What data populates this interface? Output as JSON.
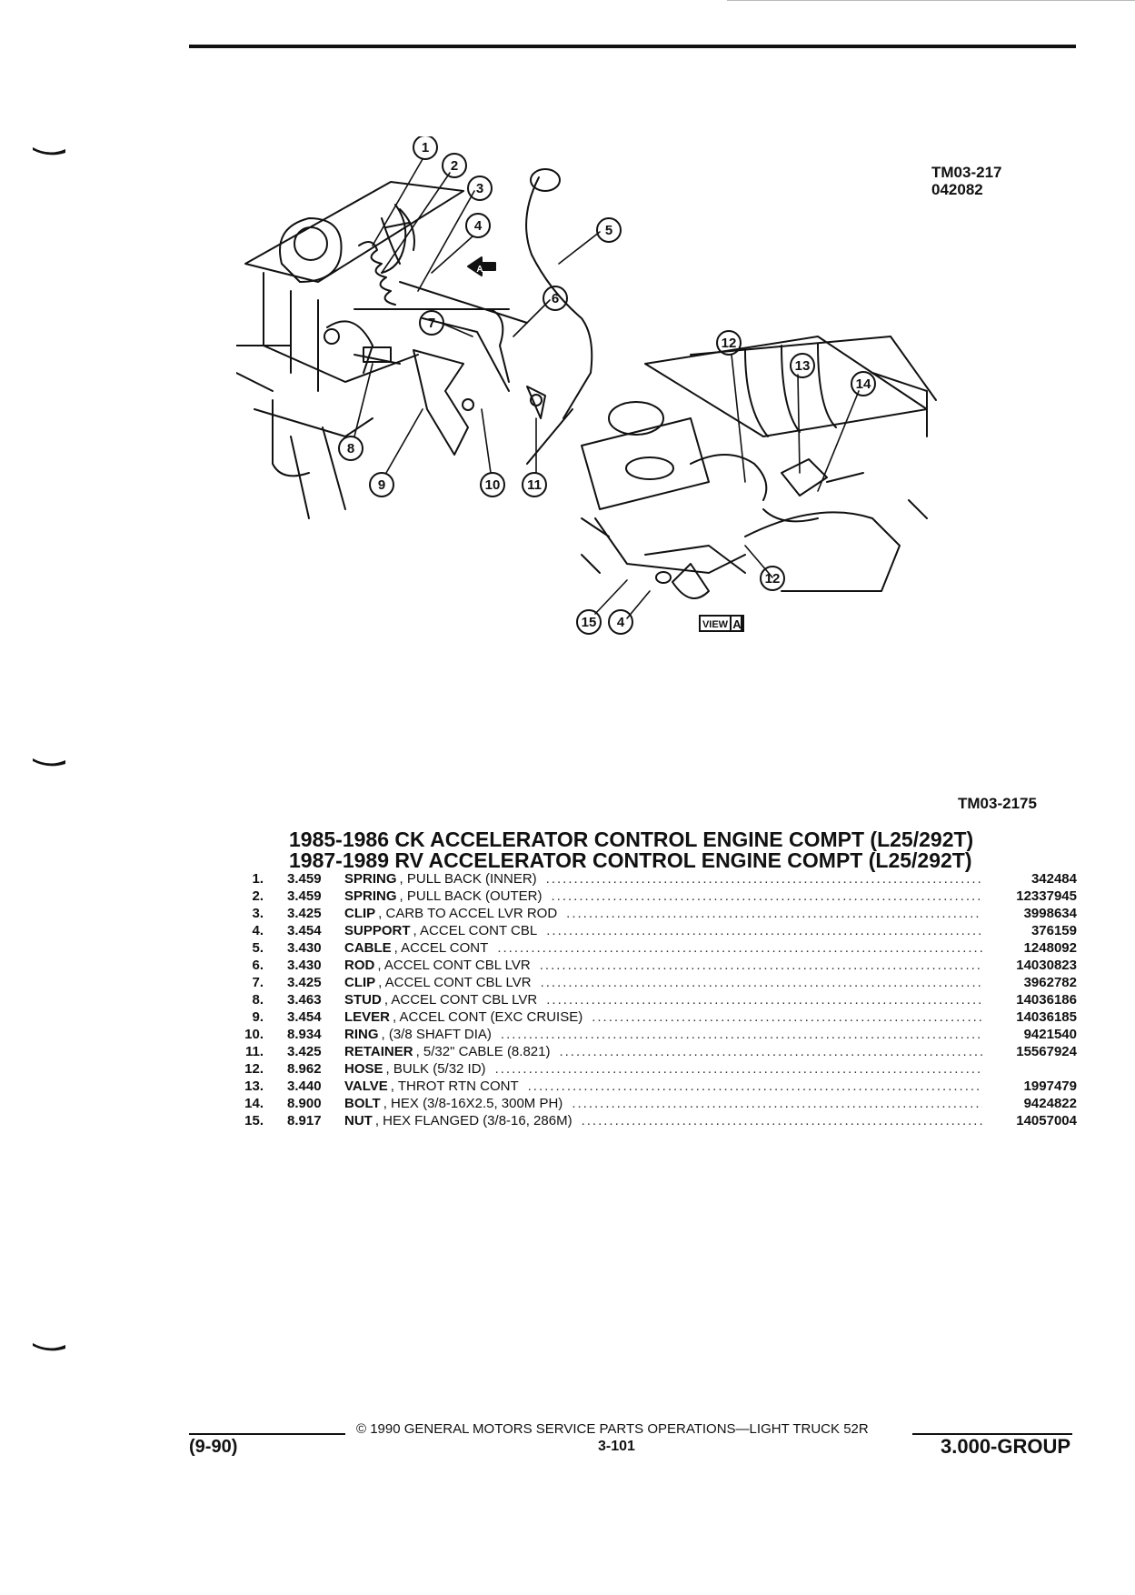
{
  "figure": {
    "code": "TM03-217",
    "date_code": "042082",
    "reference": "TM03-2175",
    "view_tag": "VIEW",
    "view_letter": "A",
    "callouts": [
      "1",
      "2",
      "3",
      "4",
      "5",
      "6",
      "7",
      "8",
      "9",
      "10",
      "11",
      "12",
      "12",
      "13",
      "14",
      "15",
      "4"
    ]
  },
  "titles": [
    "1985-1986 CK ACCELERATOR CONTROL ENGINE COMPT (L25/292T)",
    "1987-1989 RV ACCELERATOR CONTROL ENGINE COMPT (L25/292T)"
  ],
  "parts": [
    {
      "no": "1.",
      "group": "3.459",
      "name": "SPRING",
      "desc": ", PULL BACK (INNER)",
      "part": "342484"
    },
    {
      "no": "2.",
      "group": "3.459",
      "name": "SPRING",
      "desc": ", PULL BACK (OUTER)",
      "part": "12337945"
    },
    {
      "no": "3.",
      "group": "3.425",
      "name": "CLIP",
      "desc": ", CARB TO ACCEL LVR ROD",
      "part": "3998634"
    },
    {
      "no": "4.",
      "group": "3.454",
      "name": "SUPPORT",
      "desc": ", ACCEL CONT CBL",
      "part": "376159"
    },
    {
      "no": "5.",
      "group": "3.430",
      "name": "CABLE",
      "desc": ", ACCEL CONT",
      "part": "1248092"
    },
    {
      "no": "6.",
      "group": "3.430",
      "name": "ROD",
      "desc": ", ACCEL CONT CBL LVR",
      "part": "14030823"
    },
    {
      "no": "7.",
      "group": "3.425",
      "name": "CLIP",
      "desc": ", ACCEL CONT CBL LVR",
      "part": "3962782"
    },
    {
      "no": "8.",
      "group": "3.463",
      "name": "STUD",
      "desc": ", ACCEL CONT CBL LVR",
      "part": "14036186"
    },
    {
      "no": "9.",
      "group": "3.454",
      "name": "LEVER",
      "desc": ", ACCEL CONT (EXC CRUISE)",
      "part": "14036185"
    },
    {
      "no": "10.",
      "group": "8.934",
      "name": "RING",
      "desc": ", (3/8 SHAFT DIA)",
      "part": "9421540"
    },
    {
      "no": "11.",
      "group": "3.425",
      "name": "RETAINER",
      "desc": ", 5/32\" CABLE (8.821)",
      "part": "15567924"
    },
    {
      "no": "12.",
      "group": "8.962",
      "name": "HOSE",
      "desc": ", BULK (5/32 ID)",
      "part": ""
    },
    {
      "no": "13.",
      "group": "3.440",
      "name": "VALVE",
      "desc": ", THROT RTN CONT",
      "part": "1997479"
    },
    {
      "no": "14.",
      "group": "8.900",
      "name": "BOLT",
      "desc": ", HEX (3/8-16X2.5, 300M PH)",
      "part": "9424822"
    },
    {
      "no": "15.",
      "group": "8.917",
      "name": "NUT",
      "desc": ", HEX FLANGED (3/8-16, 286M)",
      "part": "14057004"
    }
  ],
  "footer": {
    "copyright": "© 1990 GENERAL MOTORS SERVICE PARTS OPERATIONS—LIGHT TRUCK 52R",
    "date": "(9-90)",
    "page": "3-101",
    "group": "3.000-GROUP"
  }
}
